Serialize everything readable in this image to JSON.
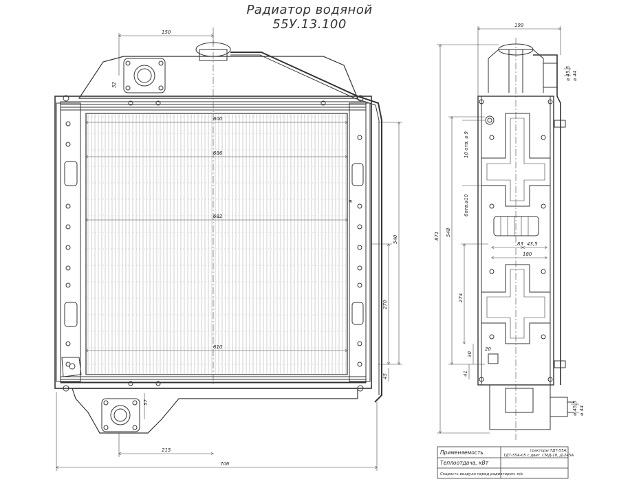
{
  "title": "Радиатор водяной 55У.13.100",
  "front_view": {
    "dims": {
      "top_150": "150",
      "side_52": "52",
      "w_600": "600",
      "w_686": "686",
      "w_682": "682",
      "w_610": "610",
      "h_540": "540",
      "h_270": "270",
      "h_9": "9",
      "h_45": "45",
      "b_57": "57",
      "b_215": "215",
      "b_706": "706"
    }
  },
  "side_view": {
    "dims": {
      "top_199": "199",
      "h_871": "871",
      "h_548": "548",
      "h_274": "274",
      "h_30": "30",
      "h_41": "41",
      "h_20": "20",
      "w_180": "180",
      "w_83": "83",
      "w_43_5": "43,5",
      "d_m8_1": "⌀ 45,5",
      "d_m8_2": "⌀ 44",
      "d_b1": "⌀ 45,5",
      "d_b2": "⌀ 44",
      "note_1": "10 отв. ⌀ 9",
      "note_2": "6отв.⌀10"
    }
  },
  "table": {
    "row1_label": "Применяемость",
    "row1_value_top": "тракторы  ТДТ-55А,",
    "row1_value_bottom": "ТДТ-55А-05 с двиг. СМД-18, Д-245А",
    "row2_label": "Теплоотдача, кВт",
    "row2_value": "",
    "row3_label": "Скорость воздуха перед радиатором, м/с",
    "row3_value": ""
  }
}
